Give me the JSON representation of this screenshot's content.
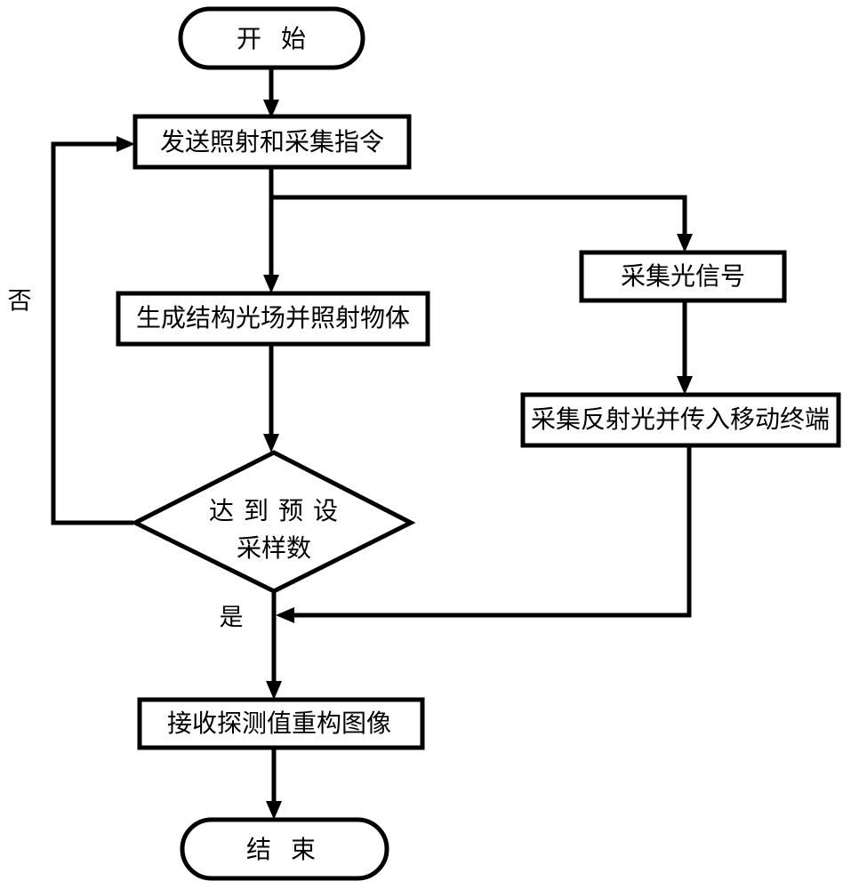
{
  "diagram": {
    "type": "flowchart",
    "title": "",
    "language": "zh-CN",
    "colors": {
      "background": "#ffffff",
      "stroke": "#000000",
      "fill": "#ffffff",
      "text": "#000000"
    },
    "nodes": {
      "start": {
        "label": "开始",
        "shape": "terminator"
      },
      "send_command": {
        "label": "发送照射和采集指令",
        "shape": "process"
      },
      "generate_light": {
        "label": "生成结构光场并照射物体",
        "shape": "process"
      },
      "collect_signal": {
        "label": "采集光信号",
        "shape": "process"
      },
      "collect_reflect": {
        "label": "采集反射光并传入移动终端",
        "shape": "process"
      },
      "decision": {
        "label_line1": "达到预设",
        "label_line2": "采样数",
        "shape": "decision"
      },
      "reconstruct": {
        "label": "接收探测值重构图像",
        "shape": "process"
      },
      "end": {
        "label": "结束",
        "shape": "terminator"
      }
    },
    "edge_labels": {
      "no": "否",
      "yes": "是"
    },
    "edges": [
      {
        "from": "start",
        "to": "send_command",
        "label": ""
      },
      {
        "from": "send_command",
        "to": "generate_light",
        "label": ""
      },
      {
        "from": "send_command",
        "to": "collect_signal",
        "label": ""
      },
      {
        "from": "collect_signal",
        "to": "collect_reflect",
        "label": ""
      },
      {
        "from": "generate_light",
        "to": "decision",
        "label": ""
      },
      {
        "from": "collect_reflect",
        "to": "decision_out",
        "label": ""
      },
      {
        "from": "decision",
        "to": "send_command",
        "label": "否"
      },
      {
        "from": "decision",
        "to": "reconstruct",
        "label": "是"
      },
      {
        "from": "reconstruct",
        "to": "end",
        "label": ""
      }
    ]
  }
}
